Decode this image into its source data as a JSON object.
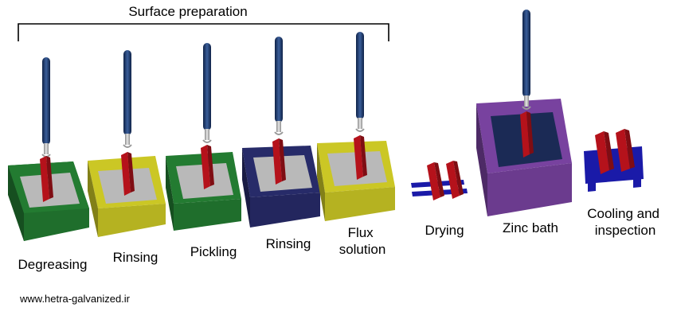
{
  "group_label": "Surface preparation",
  "steps": [
    {
      "label": [
        "Degreasing"
      ],
      "tank_color": "#1f6e2c"
    },
    {
      "label": [
        "Rinsing"
      ],
      "tank_color": "#b5b221"
    },
    {
      "label": [
        "Pickling"
      ],
      "tank_color": "#1f6e2c"
    },
    {
      "label": [
        "Rinsing"
      ],
      "tank_color": "#23265e"
    },
    {
      "label": [
        "Flux",
        "solution"
      ],
      "tank_color": "#b5b221"
    },
    {
      "label": [
        "Drying"
      ]
    },
    {
      "label": [
        "Zinc bath"
      ],
      "tank_color": "#6b3b8e"
    },
    {
      "label": [
        "Cooling and",
        "inspection"
      ]
    }
  ],
  "website": "www.hetra-galvanized.ir",
  "colors": {
    "rod": "#1d3a6e",
    "steel_part": "#b5121b",
    "bath_liquid": "#b5b5b5",
    "zinc_liquid": "#1b2a55",
    "rack": "#1a1aa8"
  }
}
